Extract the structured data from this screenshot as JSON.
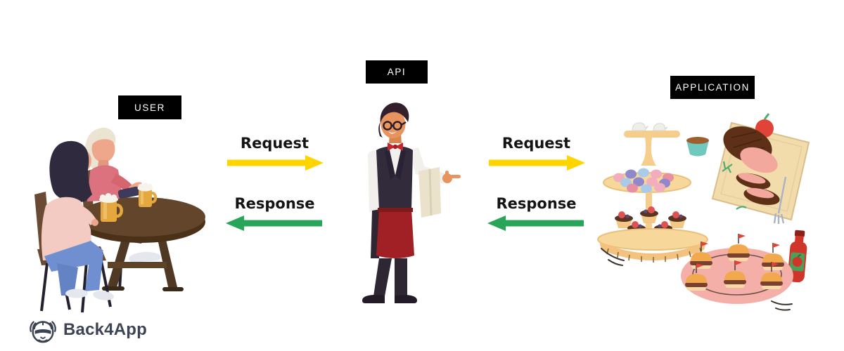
{
  "diagram": {
    "entities": {
      "user": {
        "label": "USER"
      },
      "api": {
        "label": "API"
      },
      "application": {
        "label": "APPLICATION"
      }
    },
    "flows": {
      "user_api": {
        "request": "Request",
        "response": "Response"
      },
      "api_application": {
        "request": "Request",
        "response": "Response"
      }
    },
    "colors": {
      "request_arrow": "#FFD500",
      "response_arrow": "#27A558",
      "entity_label_bg": "#000000",
      "entity_label_text": "#FFFFFF",
      "background": "#FFFFFF",
      "logo_text": "#3D4555"
    },
    "illustrations": {
      "user": "two-customers-at-table-with-beer-mugs",
      "api": "waiter-with-towel-pointing",
      "application": "prepared-food-dishes"
    }
  },
  "branding": {
    "logo_text": "Back4App"
  }
}
